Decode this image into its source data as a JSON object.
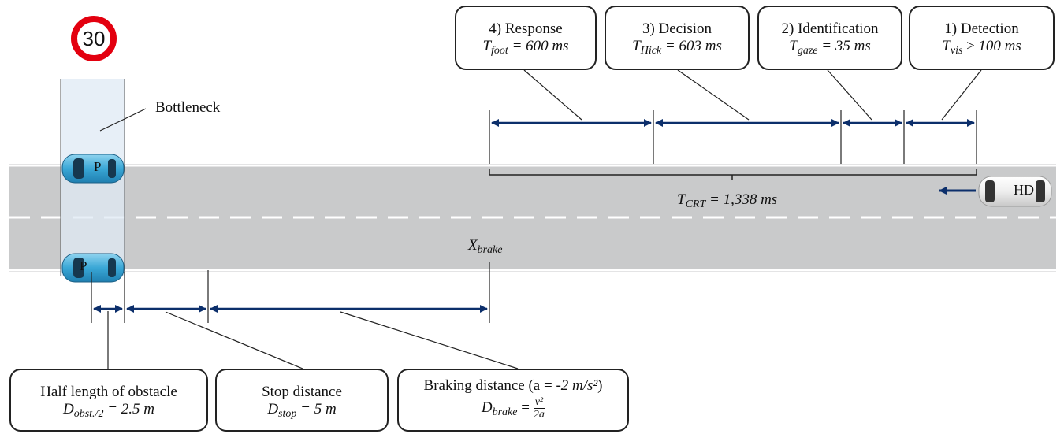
{
  "speed_sign": "30",
  "bottleneck_label": "Bottleneck",
  "parked_car_label": "P",
  "hd_car_label": "HD",
  "stages": [
    {
      "title": "4) Response",
      "var": "T",
      "sub": "foot",
      "rel": "= 600 ms"
    },
    {
      "title": "3) Decision",
      "var": "T",
      "sub": "Hick",
      "rel": "= 603 ms"
    },
    {
      "title": "2) Identification",
      "var": "T",
      "sub": "gaze",
      "rel": "= 35 ms"
    },
    {
      "title": "1) Detection",
      "var": "T",
      "sub": "vis",
      "rel": "≥ 100 ms"
    }
  ],
  "crt": {
    "var": "T",
    "sub": "CRT",
    "rel": "= 1,338 ms"
  },
  "xbrake": {
    "var": "X",
    "sub": "brake"
  },
  "bottom_boxes": {
    "half": {
      "title": "Half length of obstacle",
      "var": "D",
      "sub": "obst./2",
      "rel": "= 2.5 m"
    },
    "stop": {
      "title": "Stop distance",
      "var": "D",
      "sub": "stop",
      "rel": "= 5 m"
    },
    "brake": {
      "title_prefix": "Braking distance (a = ",
      "title_value": "-2 m/s²",
      "title_suffix": ")",
      "var": "D",
      "sub": "brake",
      "eq": "=",
      "num": "v²",
      "den": "2a"
    }
  },
  "colors": {
    "road": "#c9cacb",
    "arrow": "#0c2f6b",
    "sign_ring": "#e3000f",
    "bottleneck": "#dfe9f4"
  }
}
